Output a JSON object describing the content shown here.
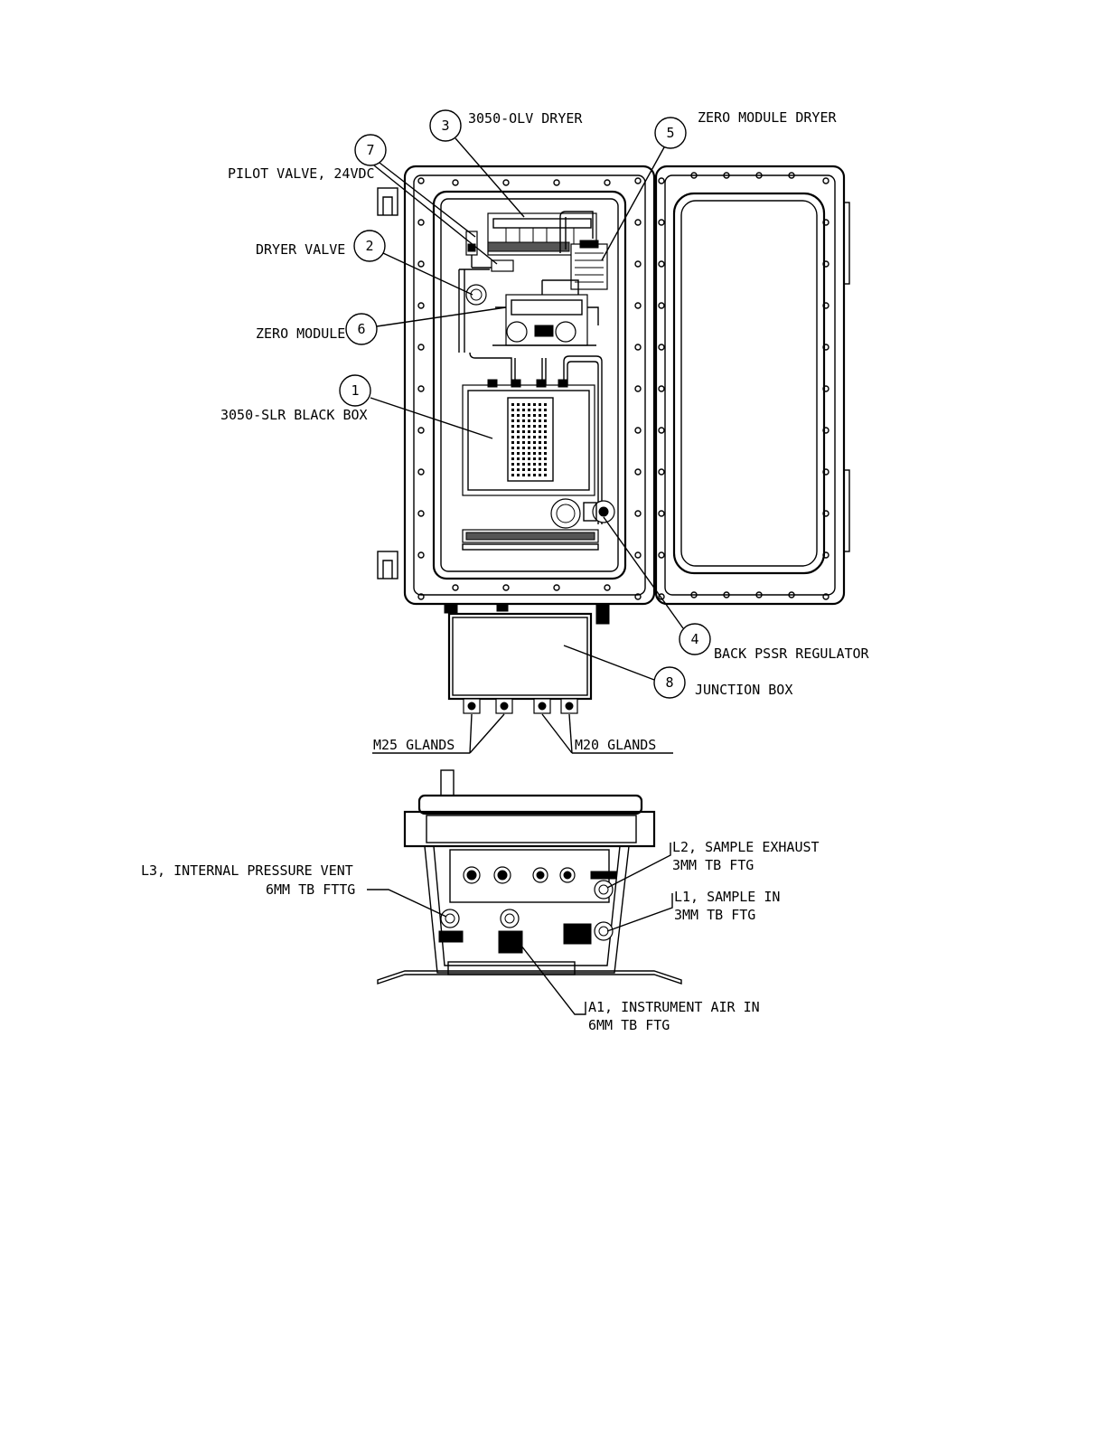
{
  "callouts": [
    {
      "number": "1",
      "label": "3050-SLR BLACK BOX"
    },
    {
      "number": "2",
      "label": "DRYER VALVE"
    },
    {
      "number": "3",
      "label": "3050-OLV DRYER"
    },
    {
      "number": "4",
      "label": "BACK PSSR REGULATOR"
    },
    {
      "number": "5",
      "label": "ZERO MODULE DRYER"
    },
    {
      "number": "6",
      "label": "ZERO MODULE"
    },
    {
      "number": "7",
      "label": "PILOT VALVE, 24VDC"
    },
    {
      "number": "8",
      "label": "JUNCTION BOX"
    }
  ],
  "glands": {
    "m25": "M25 GLANDS",
    "m20": "M20 GLANDS"
  },
  "bottom_view": {
    "l3": {
      "line1": "L3, INTERNAL PRESSURE VENT",
      "line2": "6MM TB FTTG"
    },
    "l2": {
      "line1": "L2, SAMPLE EXHAUST",
      "line2": "3MM TB FTG"
    },
    "l1": {
      "line1": "L1, SAMPLE IN",
      "line2": "3MM TB FTG"
    },
    "a1": {
      "line1": "A1, INSTRUMENT AIR IN",
      "line2": "6MM TB FTG"
    }
  }
}
